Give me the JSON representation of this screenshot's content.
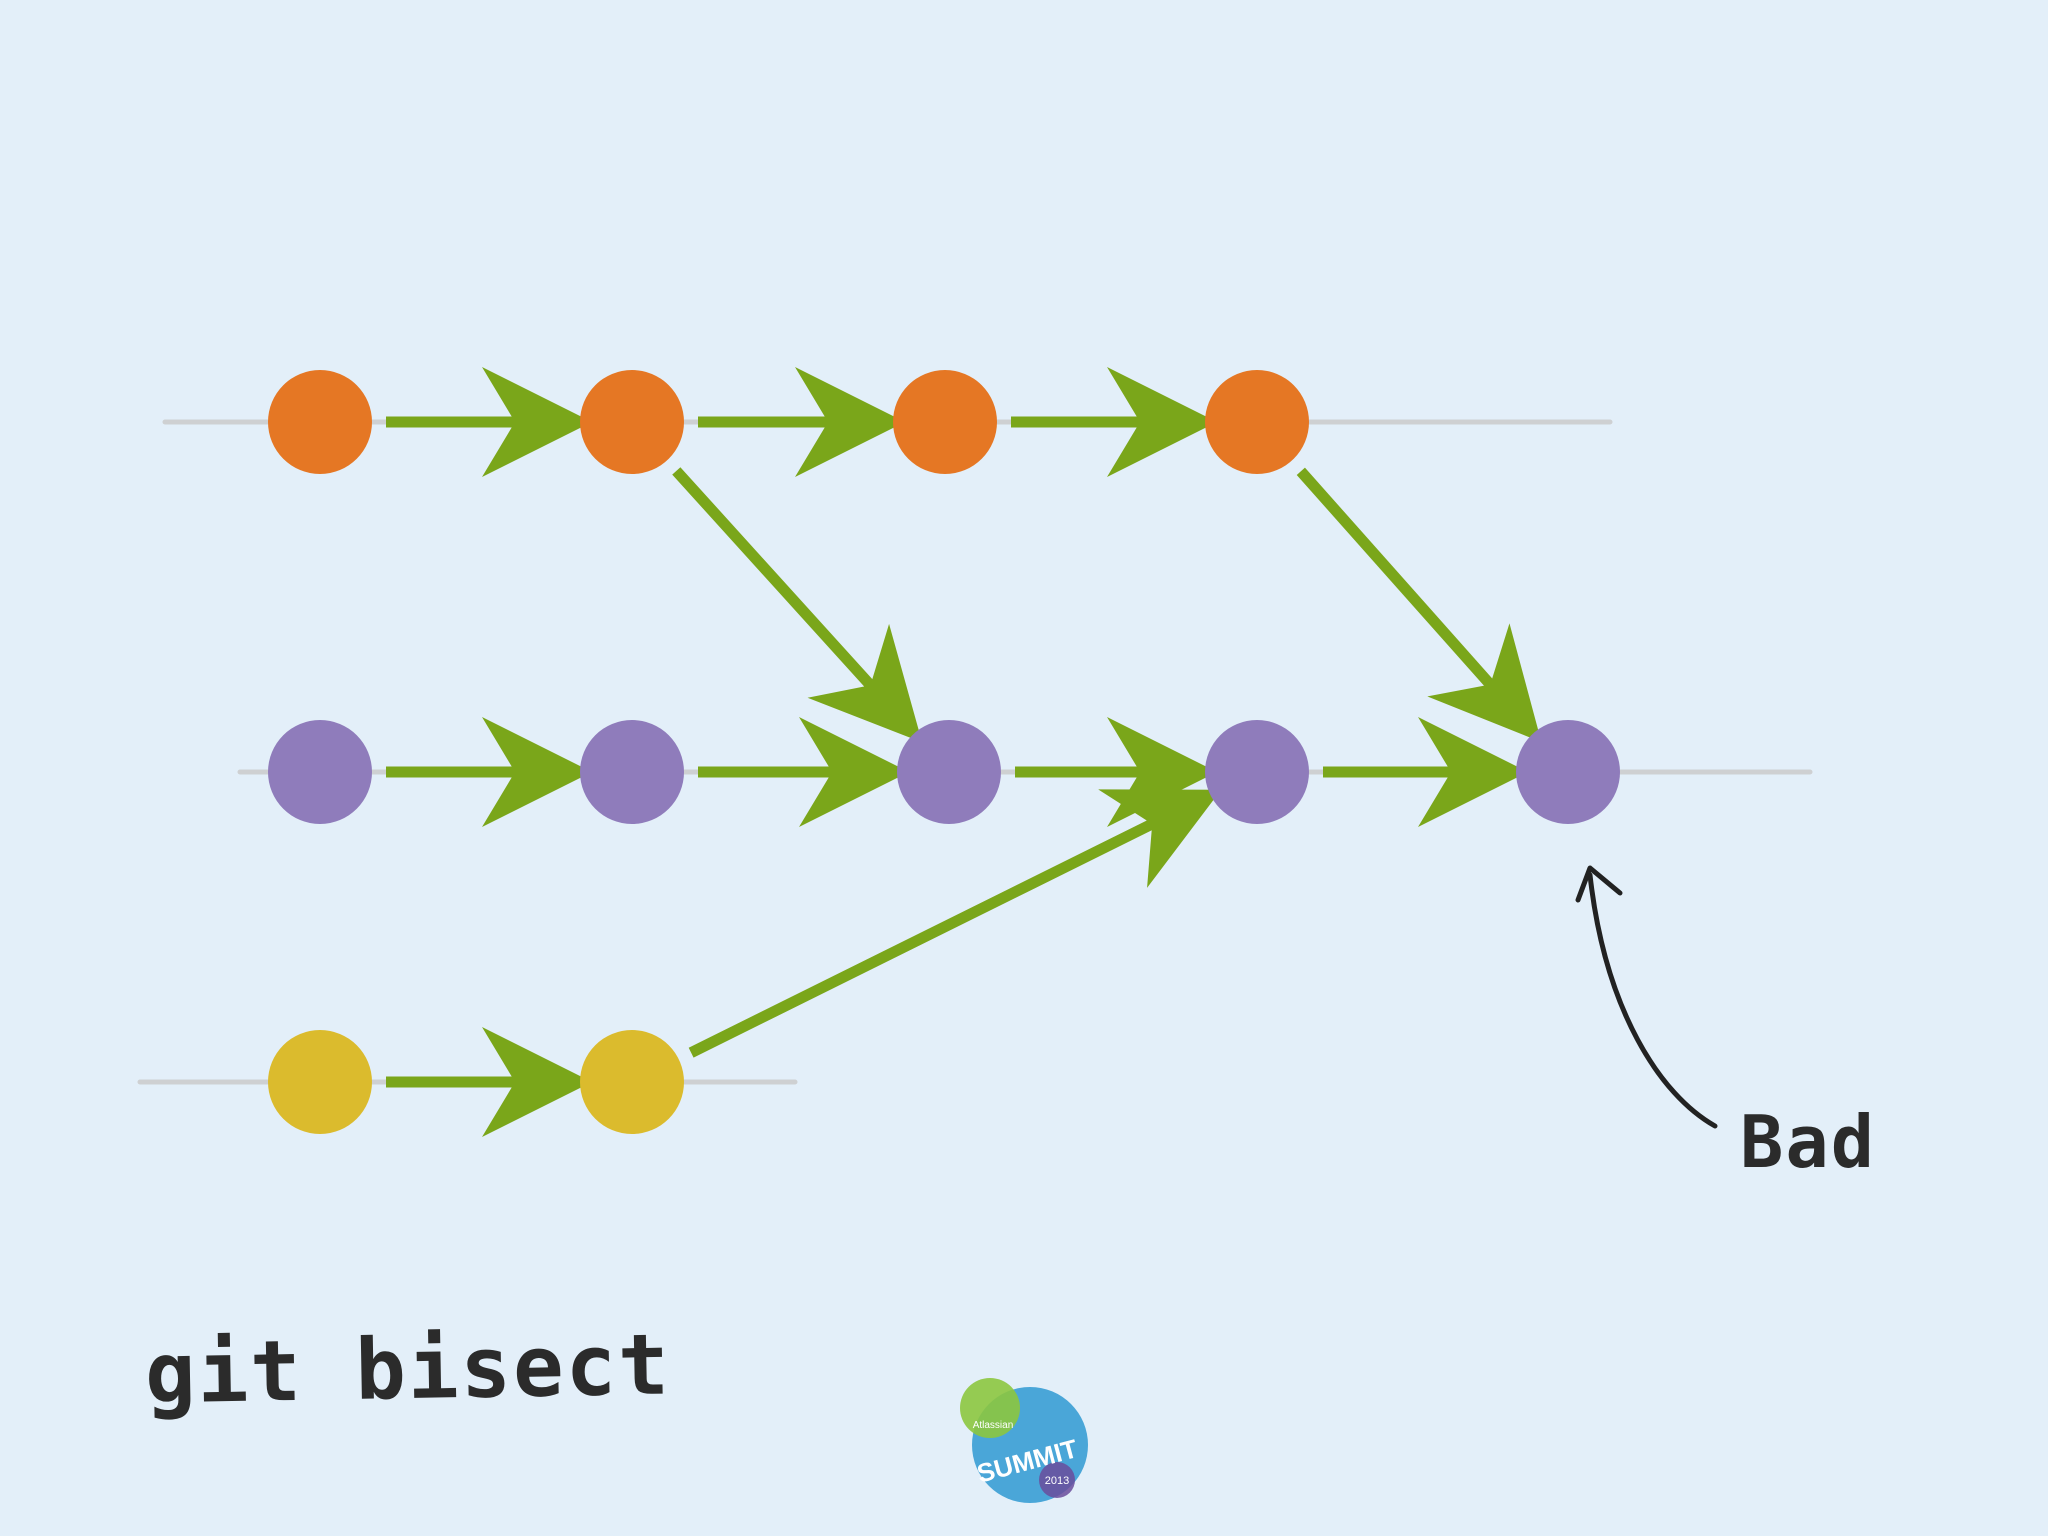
{
  "slide": {
    "title": "git bisect",
    "annotation": "Bad"
  },
  "logo": {
    "brand": "Atlassian",
    "event": "SUMMIT",
    "year": "2013"
  },
  "colors": {
    "background": "#e3eff9",
    "orange_commit": "#e57724",
    "purple_commit": "#8f7cbb",
    "yellow_commit": "#dbbb2d",
    "arrow": "#7aa61a",
    "branch_line": "#c9c9c9"
  },
  "graph": {
    "rows": [
      {
        "name": "orange-branch",
        "color": "orange_commit"
      },
      {
        "name": "purple-branch",
        "color": "purple_commit"
      },
      {
        "name": "yellow-branch",
        "color": "yellow_commit"
      }
    ],
    "commits": [
      {
        "id": "o1",
        "row": 0,
        "col": 0
      },
      {
        "id": "o2",
        "row": 0,
        "col": 1
      },
      {
        "id": "o3",
        "row": 0,
        "col": 2
      },
      {
        "id": "o4",
        "row": 0,
        "col": 3
      },
      {
        "id": "p1",
        "row": 1,
        "col": 0
      },
      {
        "id": "p2",
        "row": 1,
        "col": 1
      },
      {
        "id": "p3",
        "row": 1,
        "col": 2
      },
      {
        "id": "p4",
        "row": 1,
        "col": 3
      },
      {
        "id": "p5",
        "row": 1,
        "col": 4,
        "marked_bad": true
      },
      {
        "id": "y1",
        "row": 2,
        "col": 0
      },
      {
        "id": "y2",
        "row": 2,
        "col": 1
      }
    ],
    "edges": [
      [
        "o1",
        "o2"
      ],
      [
        "o2",
        "o3"
      ],
      [
        "o3",
        "o4"
      ],
      [
        "p1",
        "p2"
      ],
      [
        "p2",
        "p3"
      ],
      [
        "p3",
        "p4"
      ],
      [
        "p4",
        "p5"
      ],
      [
        "y1",
        "y2"
      ],
      [
        "o2",
        "p3"
      ],
      [
        "o4",
        "p5"
      ],
      [
        "y2",
        "p4"
      ]
    ]
  }
}
